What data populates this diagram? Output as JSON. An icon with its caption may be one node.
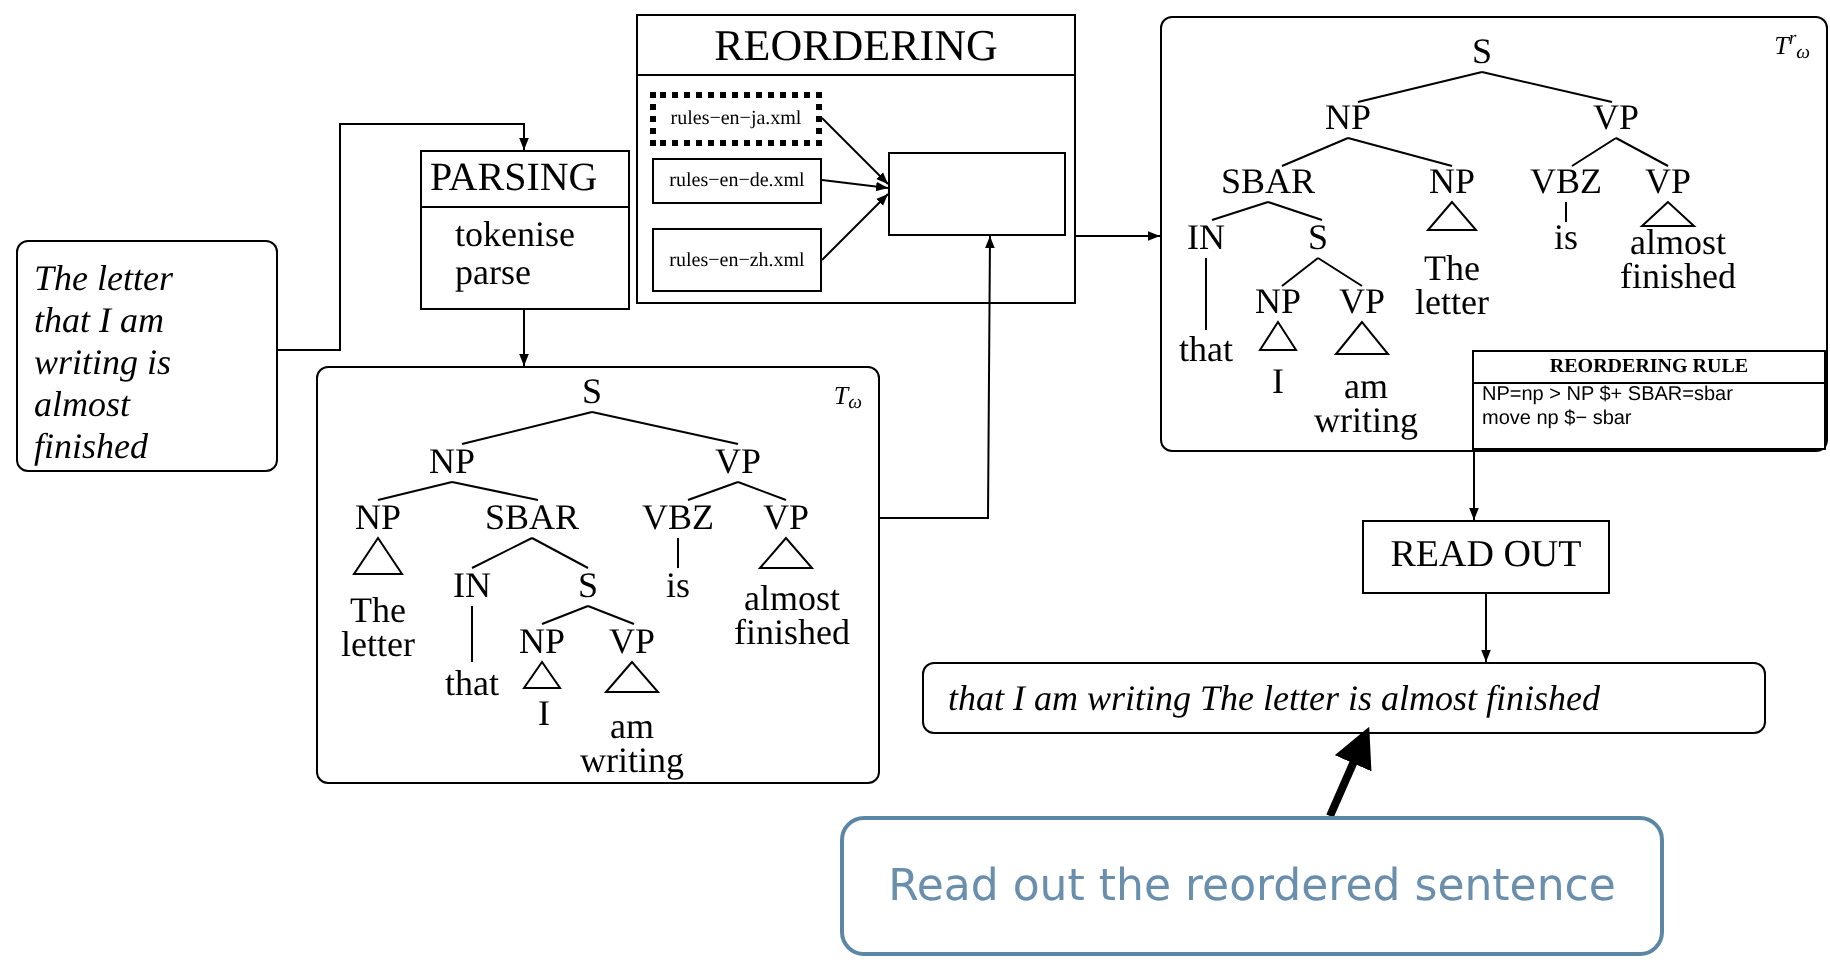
{
  "diagram": {
    "nodes": [
      {
        "text": [
          "The letter that I am writing is almost finished"
        ]
      },
      {
        "text": [
          "PARSING",
          "tokenise parse"
        ]
      },
      {
        "text": [
          "REORDERING"
        ]
      },
      {
        "text": [
          "rules−en−ja.xml"
        ],
        "in": 2
      },
      {
        "text": [
          "rules−en−de.xml"
        ],
        "in": 2
      },
      {
        "text": [
          "rules−en−zh.xml"
        ],
        "in": 2
      },
      {
        "text": [],
        "shape": "box",
        "in": 2
      },
      {
        "text": [
          "T$_{ω}$"
        ]
      },
      {
        "text": [
          "T$^{r}$$_{ω}$"
        ]
      },
      {
        "text": [
          "REORDERING RULE",
          "NP=np > NP $+ SBAR=sbar",
          "move np $− sbar"
        ],
        "in": 8
      },
      {
        "text": [
          "READ OUT"
        ]
      },
      {
        "text": [
          "that I am writing The letter is almost finished"
        ]
      },
      {
        "text": [
          "Read out the reordered sentence"
        ]
      }
    ],
    "edges": [
      {
        "from": 0,
        "to": 1,
        "arrow": "to"
      },
      {
        "from": 1,
        "to": 7,
        "arrow": "to"
      },
      {
        "from": 7,
        "to": 6,
        "arrow": "to"
      },
      {
        "from": 3,
        "to": 6,
        "arrow": "to"
      },
      {
        "from": 4,
        "to": 6,
        "arrow": "to"
      },
      {
        "from": 5,
        "to": 6,
        "arrow": "to"
      },
      {
        "from": 2,
        "to": 8,
        "arrow": "to"
      },
      {
        "from": 9,
        "to": 10,
        "arrow": "to"
      },
      {
        "from": 10,
        "to": 11,
        "arrow": "to"
      },
      {
        "from": 12,
        "to": 11,
        "arrow": "to",
        "style": "thick"
      }
    ],
    "labels": [
      "S",
      "NP",
      "VP",
      "NP",
      "SBAR",
      "VBZ",
      "VP",
      "The letter",
      "IN",
      "S",
      "is",
      "almost finished",
      "that",
      "NP",
      "VP",
      "I",
      "am writing",
      "S",
      "NP",
      "VP",
      "SBAR",
      "NP",
      "VBZ",
      "VP",
      "IN",
      "S",
      "The letter",
      "is",
      "almost finished",
      "NP",
      "VP",
      "that",
      "I",
      "am writing"
    ]
  }
}
